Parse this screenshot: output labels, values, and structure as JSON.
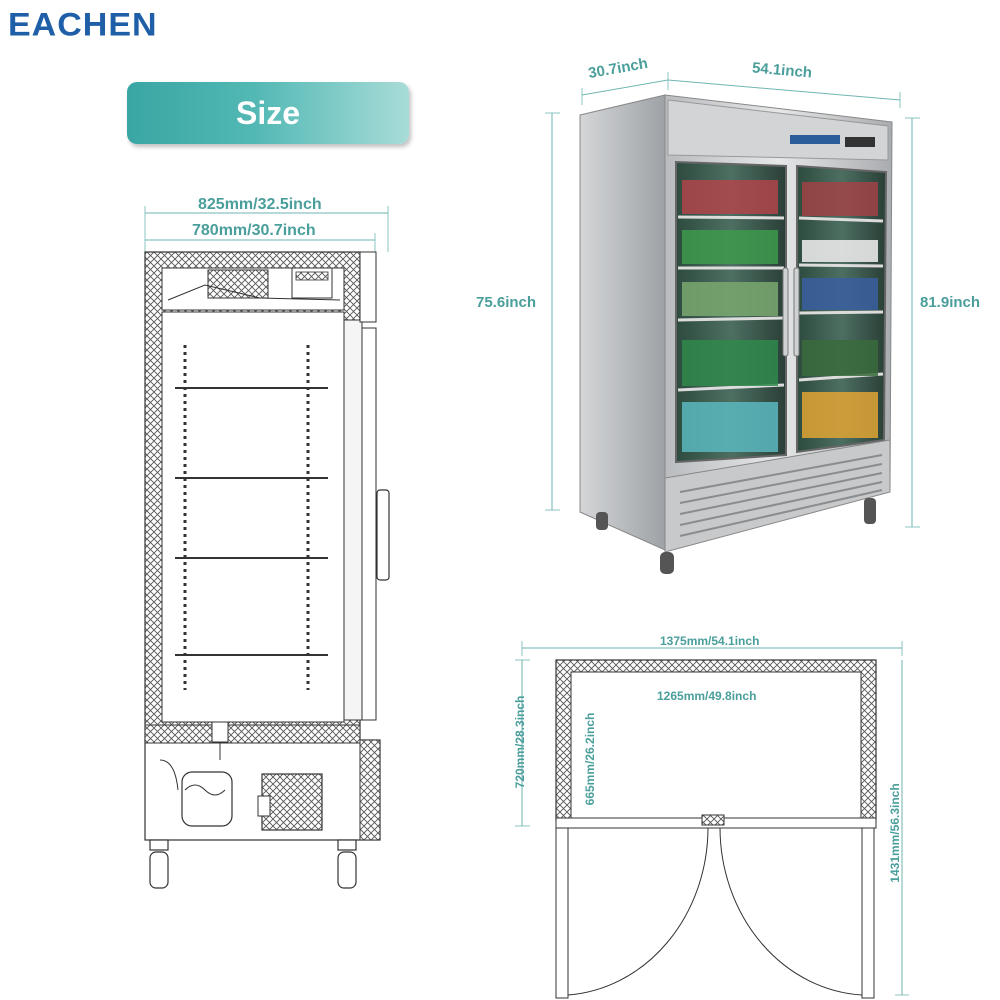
{
  "brand": {
    "logo_text": "EACHEN"
  },
  "header": {
    "title": "Size"
  },
  "side_view": {
    "outer_width": "825mm/32.5inch",
    "inner_width": "780mm/30.7inch"
  },
  "product_view": {
    "depth": "30.7inch",
    "width": "54.1inch",
    "body_height": "75.6inch",
    "total_height": "81.9inch"
  },
  "top_view": {
    "outer_width": "1375mm/54.1inch",
    "inner_width": "1265mm/49.8inch",
    "outer_depth": "720mm/28.3inch",
    "inner_depth": "665mm/26.2inch",
    "door_open_depth": "1431mm/56.3inch"
  },
  "colors": {
    "accent": "#4a9e9b",
    "brand": "#1e5fa8",
    "pill": "#52b8b4"
  }
}
